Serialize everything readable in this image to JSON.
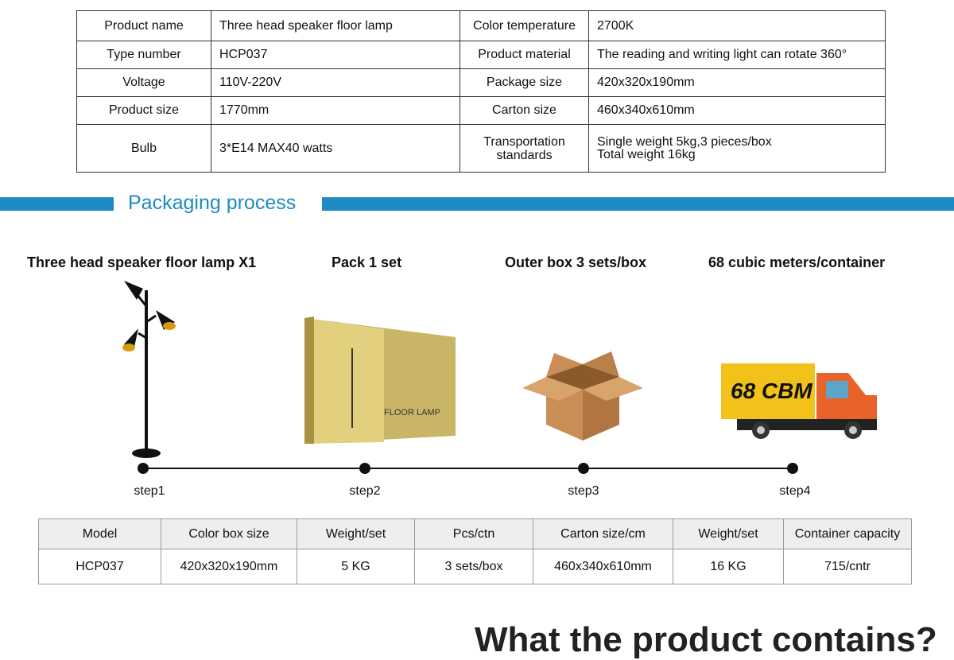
{
  "spec_table": [
    [
      "Product name",
      "Three head speaker floor lamp",
      "Color temperature",
      "2700K"
    ],
    [
      "Type number",
      "HCP037",
      "Product material",
      "The reading and writing light can rotate 360°"
    ],
    [
      "Voltage",
      "110V-220V",
      "Package size",
      "420x320x190mm"
    ],
    [
      "Product size",
      "1770mm",
      "Carton size",
      "460x340x610mm"
    ],
    [
      "Bulb",
      "3*E14 MAX40 watts",
      "Transportation standards",
      "Single weight 5kg,3 pieces/box",
      "Total weight 16kg"
    ]
  ],
  "section_title": "Packaging process",
  "steps": [
    {
      "title": "Three head speaker floor lamp X1",
      "label": "step1"
    },
    {
      "title": "Pack 1 set",
      "label": "step2"
    },
    {
      "title": "Outer box 3 sets/box",
      "label": "step3"
    },
    {
      "title": "68 cubic meters/container",
      "label": "step4"
    }
  ],
  "box_print": "FLOOR LAMP",
  "truck_print": "68 CBM",
  "packing_table": {
    "headers": [
      "Model",
      "Color box size",
      "Weight/set",
      "Pcs/ctn",
      "Carton size/cm",
      "Weight/set",
      "Container capacity"
    ],
    "row": [
      "HCP037",
      "420x320x190mm",
      "5 KG",
      "3 sets/box",
      "460x340x610mm",
      "16 KG",
      "715/cntr"
    ]
  },
  "next_heading": "What the product contains?"
}
